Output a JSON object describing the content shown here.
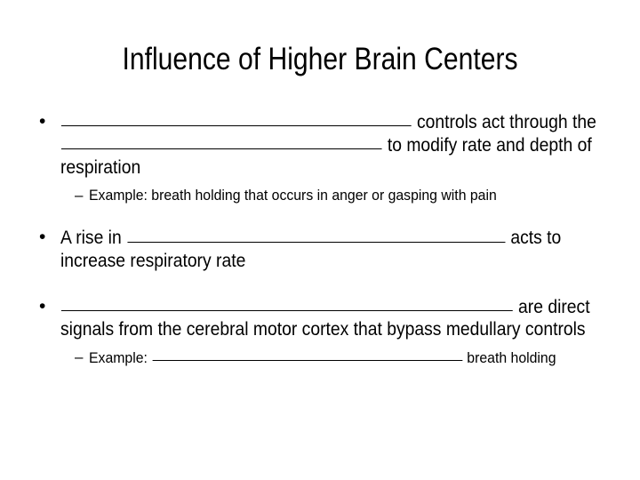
{
  "slide": {
    "title": "Influence of Higher Brain Centers",
    "background_color": "#ffffff",
    "text_color": "#000000",
    "bullet_marker_level1": "•",
    "bullet_marker_level2": "–",
    "content": [
      {
        "level": 1,
        "segments": [
          {
            "type": "blank"
          },
          {
            "type": "text",
            "value": " controls act through the "
          },
          {
            "type": "blank"
          },
          {
            "type": "text",
            "value": " to modify rate and depth of respiration"
          }
        ],
        "plain_text": "__________________________ controls act through the ____________________ to modify rate and depth of respiration"
      },
      {
        "level": 2,
        "segments": [
          {
            "type": "text",
            "value": "Example:  breath holding that occurs in anger or gasping with pain"
          }
        ],
        "plain_text": "Example:  breath holding that occurs in anger or gasping with pain"
      },
      {
        "level": 1,
        "segments": [
          {
            "type": "text",
            "value": "A rise in "
          },
          {
            "type": "blank"
          },
          {
            "type": "text",
            "value": " acts to increase respiratory rate"
          }
        ],
        "plain_text": "A rise in ____________________________ acts to increase respiratory rate"
      },
      {
        "level": 1,
        "segments": [
          {
            "type": "blank"
          },
          {
            "type": "text",
            "value": " are direct signals from the cerebral motor cortex that bypass medullary controls"
          }
        ],
        "plain_text": "______________________________ are direct signals from the cerebral motor cortex that bypass medullary controls"
      },
      {
        "level": 2,
        "segments": [
          {
            "type": "text",
            "value": "Example: "
          },
          {
            "type": "blank"
          },
          {
            "type": "text",
            "value": " breath holding"
          }
        ],
        "plain_text": "Example: ______________________ breath holding"
      }
    ],
    "bullet1": {
      "text_after_blank1": " controls act through the ",
      "text_after_blank2": " to modify rate and depth of respiration"
    },
    "bullet1_sub": {
      "text": "Example:  breath holding that occurs in anger or gasping with pain"
    },
    "bullet2": {
      "text_before_blank": "A rise in ",
      "text_after_blank": " acts to increase respiratory rate"
    },
    "bullet3": {
      "text_after_blank": " are direct signals from the cerebral motor cortex that bypass medullary controls"
    },
    "bullet3_sub": {
      "text_before_blank": "Example: ",
      "text_after_blank": " breath holding"
    }
  }
}
